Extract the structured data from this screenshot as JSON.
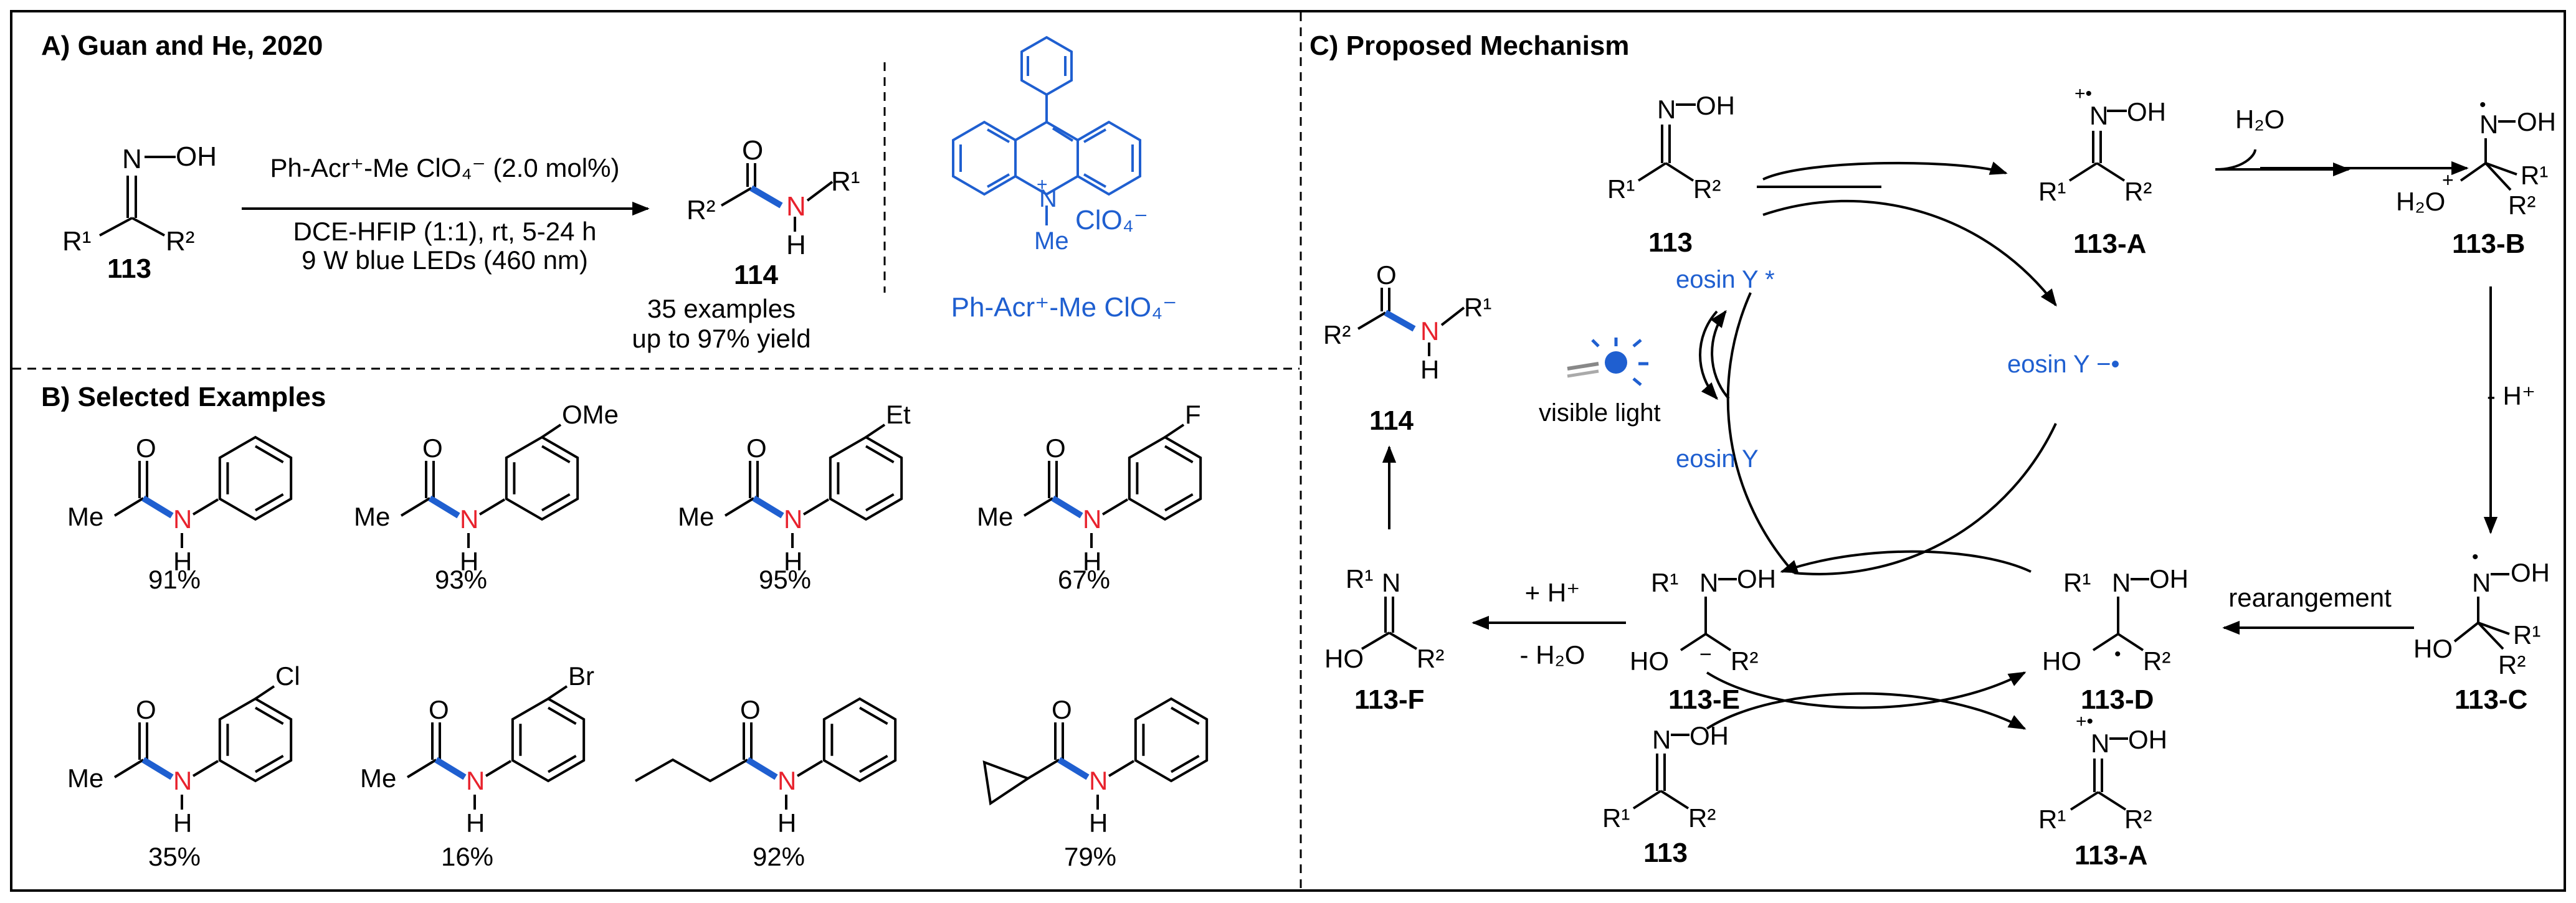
{
  "panels": {
    "a_title": "A) Guan and He, 2020",
    "b_title": "B) Selected Examples",
    "c_title": "C) Proposed Mechanism"
  },
  "reaction": {
    "reagent_line1": "Ph-Acr⁺-Me ClO₄⁻ (2.0 mol%)",
    "reagent_line2": "DCE-HFIP (1:1), rt, 5-24 h",
    "reagent_line3": "9 W blue LEDs (460 nm)",
    "substrate_label": "113",
    "product_label": "114",
    "scope_line1": "35 examples",
    "scope_line2": "up to 97% yield",
    "catalyst_anion": "ClO₄⁻",
    "catalyst_name": "Ph-Acr⁺-Me ClO₄⁻",
    "catalyst_me": "Me",
    "catalyst_plus": "+",
    "catalyst_n": "N"
  },
  "examples": [
    {
      "yield": "91%",
      "para": ""
    },
    {
      "yield": "93%",
      "para": "OMe"
    },
    {
      "yield": "95%",
      "para": "Et"
    },
    {
      "yield": "67%",
      "para": "F"
    },
    {
      "yield": "35%",
      "para": "Cl"
    },
    {
      "yield": "16%",
      "para": "Br"
    },
    {
      "yield": "92%",
      "para": ""
    },
    {
      "yield": "79%",
      "para": ""
    }
  ],
  "atoms": {
    "me": "Me",
    "n": "N",
    "h": "H",
    "o": "O",
    "oh": "OH",
    "ho": "HO",
    "r1": "R¹",
    "r2": "R²",
    "plus": "+",
    "minus": "−",
    "dot": "•",
    "radcat": "+•",
    "h2o_ox": "H₂O"
  },
  "mechanism": {
    "eosin_star": "eosin Y *",
    "eosin_radanion": "eosin Y −•",
    "eosin": "eosin Y",
    "visible_light": "visible light",
    "h2o": "H₂O",
    "minus_h": "- H⁺",
    "rearrangement": "rearangement",
    "plus_h": "+ H⁺",
    "minus_h2o": "- H₂O",
    "labels": {
      "s113_top": "113",
      "s113a_top": "113-A",
      "s113b": "113-B",
      "s113c": "113-C",
      "s113d": "113-D",
      "s113e": "113-E",
      "s113f": "113-F",
      "s114": "114",
      "s113_bot": "113",
      "s113a_bot": "113-A"
    }
  }
}
